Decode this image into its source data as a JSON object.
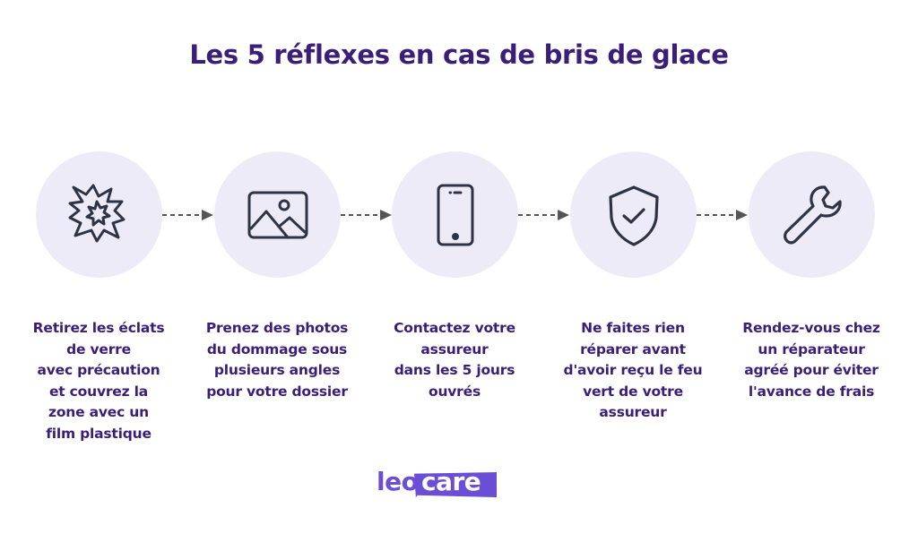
{
  "title": "Les 5 réflexes en cas de bris de glace",
  "colors": {
    "title": "#3b1e78",
    "circle_bg": "#eeebf9",
    "icon_stroke": "#2e3445",
    "arrow": "#555555",
    "brand": "#6a4fd6"
  },
  "steps": [
    {
      "icon": "broken-glass-burst-icon",
      "lines": [
        "Retirez les éclats",
        "de verre",
        "avec précaution",
        "et couvrez la",
        "zone avec un",
        "film plastique"
      ]
    },
    {
      "icon": "photo-image-icon",
      "lines": [
        "Prenez des photos",
        "du dommage sous",
        "plusieurs angles",
        "pour votre dossier"
      ]
    },
    {
      "icon": "smartphone-icon",
      "lines": [
        "Contactez votre",
        "assureur",
        "dans les 5 jours",
        "ouvrés"
      ]
    },
    {
      "icon": "shield-check-icon",
      "lines": [
        "Ne faites rien",
        "réparer avant",
        "d'avoir reçu le feu",
        "vert de votre",
        "assureur"
      ]
    },
    {
      "icon": "wrench-icon",
      "lines": [
        "Rendez-vous chez",
        "un réparateur",
        "agréé pour éviter",
        "l'avance de frais"
      ]
    }
  ],
  "logo": {
    "part1": "leo",
    "part2": "care"
  }
}
